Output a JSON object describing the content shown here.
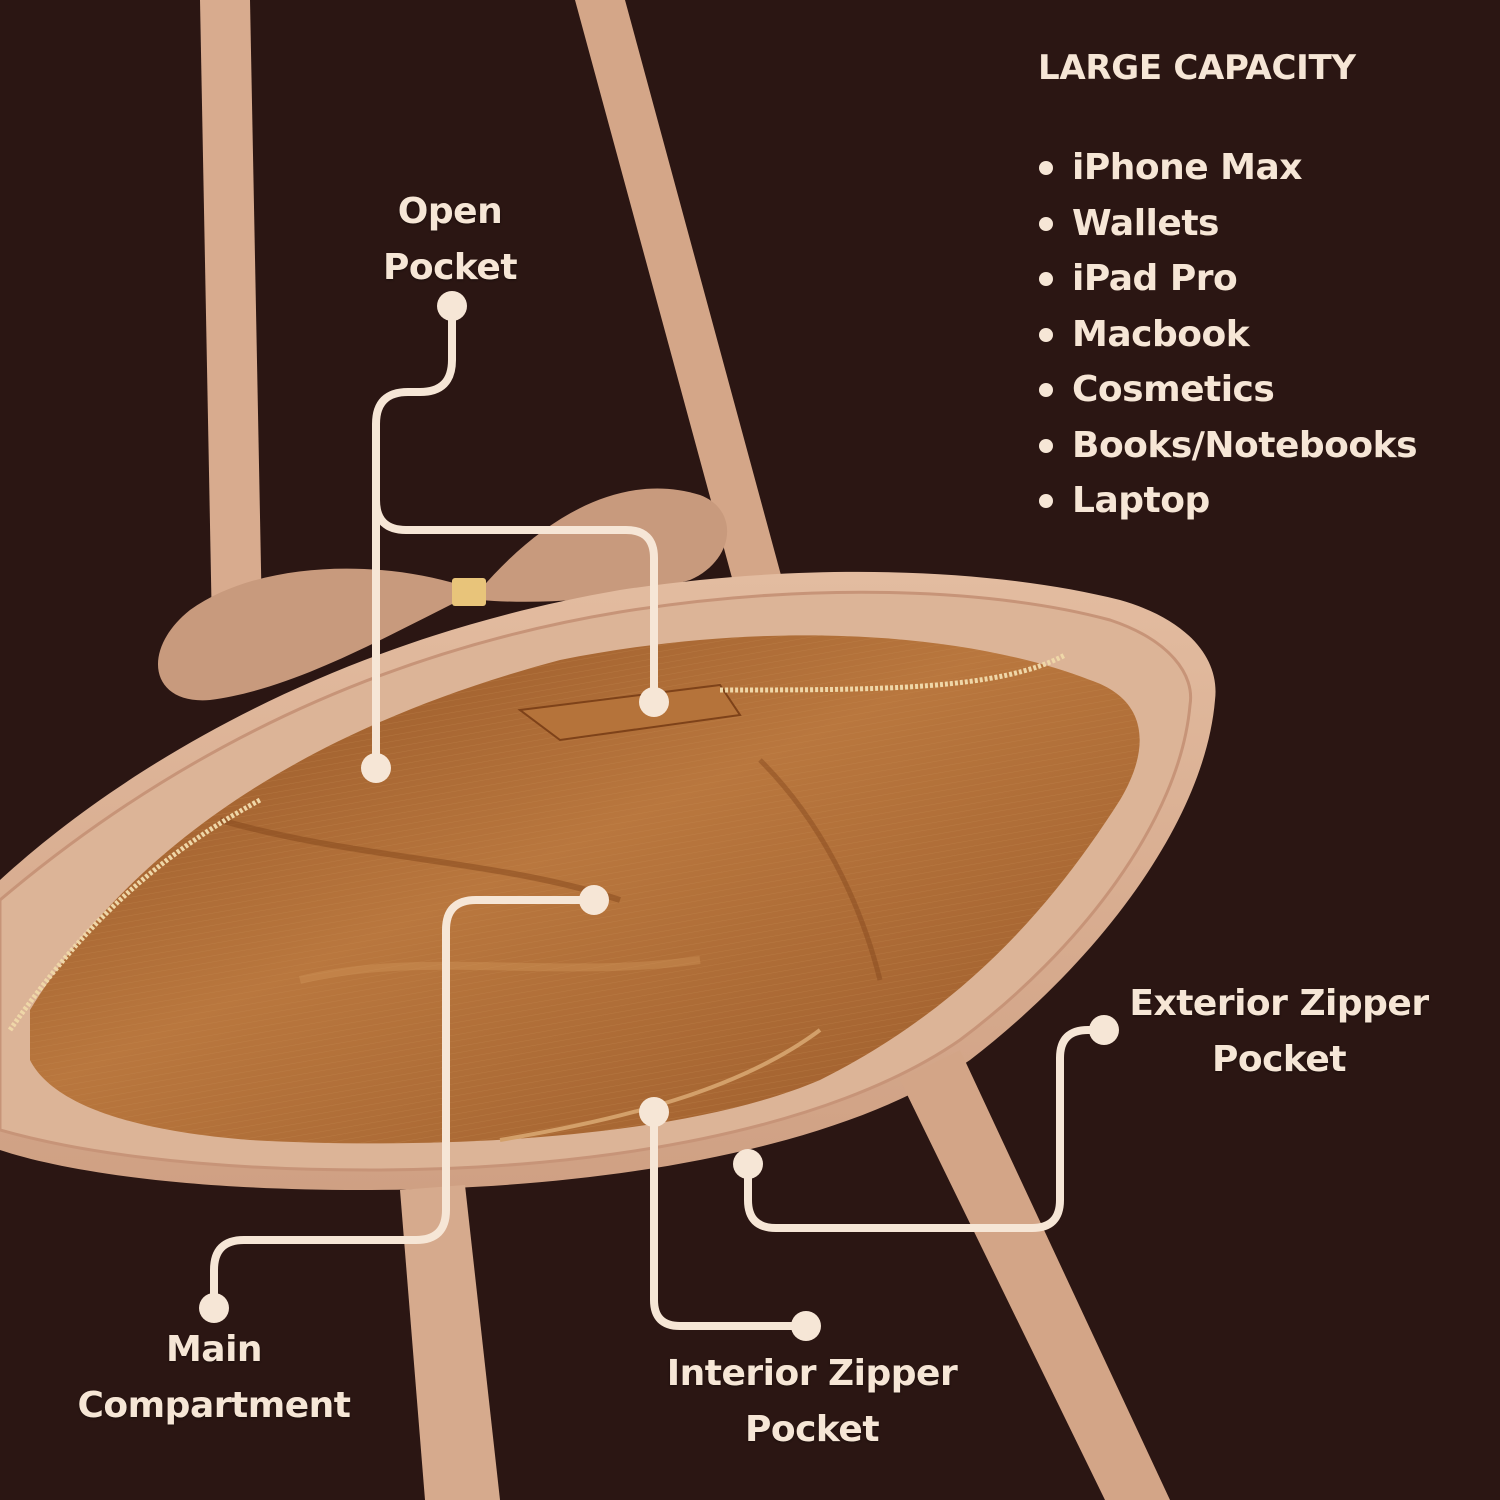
{
  "colors": {
    "background": "#2b1613",
    "text": "#f6e6d6",
    "leather": "#d8ae91",
    "lining": "#a8662f"
  },
  "capacity": {
    "title": "LARGE CAPACITY",
    "items": [
      "iPhone Max",
      "Wallets",
      "iPad Pro",
      "Macbook",
      "Cosmetics",
      "Books/Notebooks",
      "Laptop"
    ]
  },
  "callouts": {
    "open_pocket": [
      "Open",
      "Pocket"
    ],
    "main_compartment": [
      "Main",
      "Compartment"
    ],
    "interior_zipper_pocket": [
      "Interior Zipper",
      "Pocket"
    ],
    "exterior_zipper_pocket": [
      "Exterior Zipper",
      "Pocket"
    ]
  }
}
